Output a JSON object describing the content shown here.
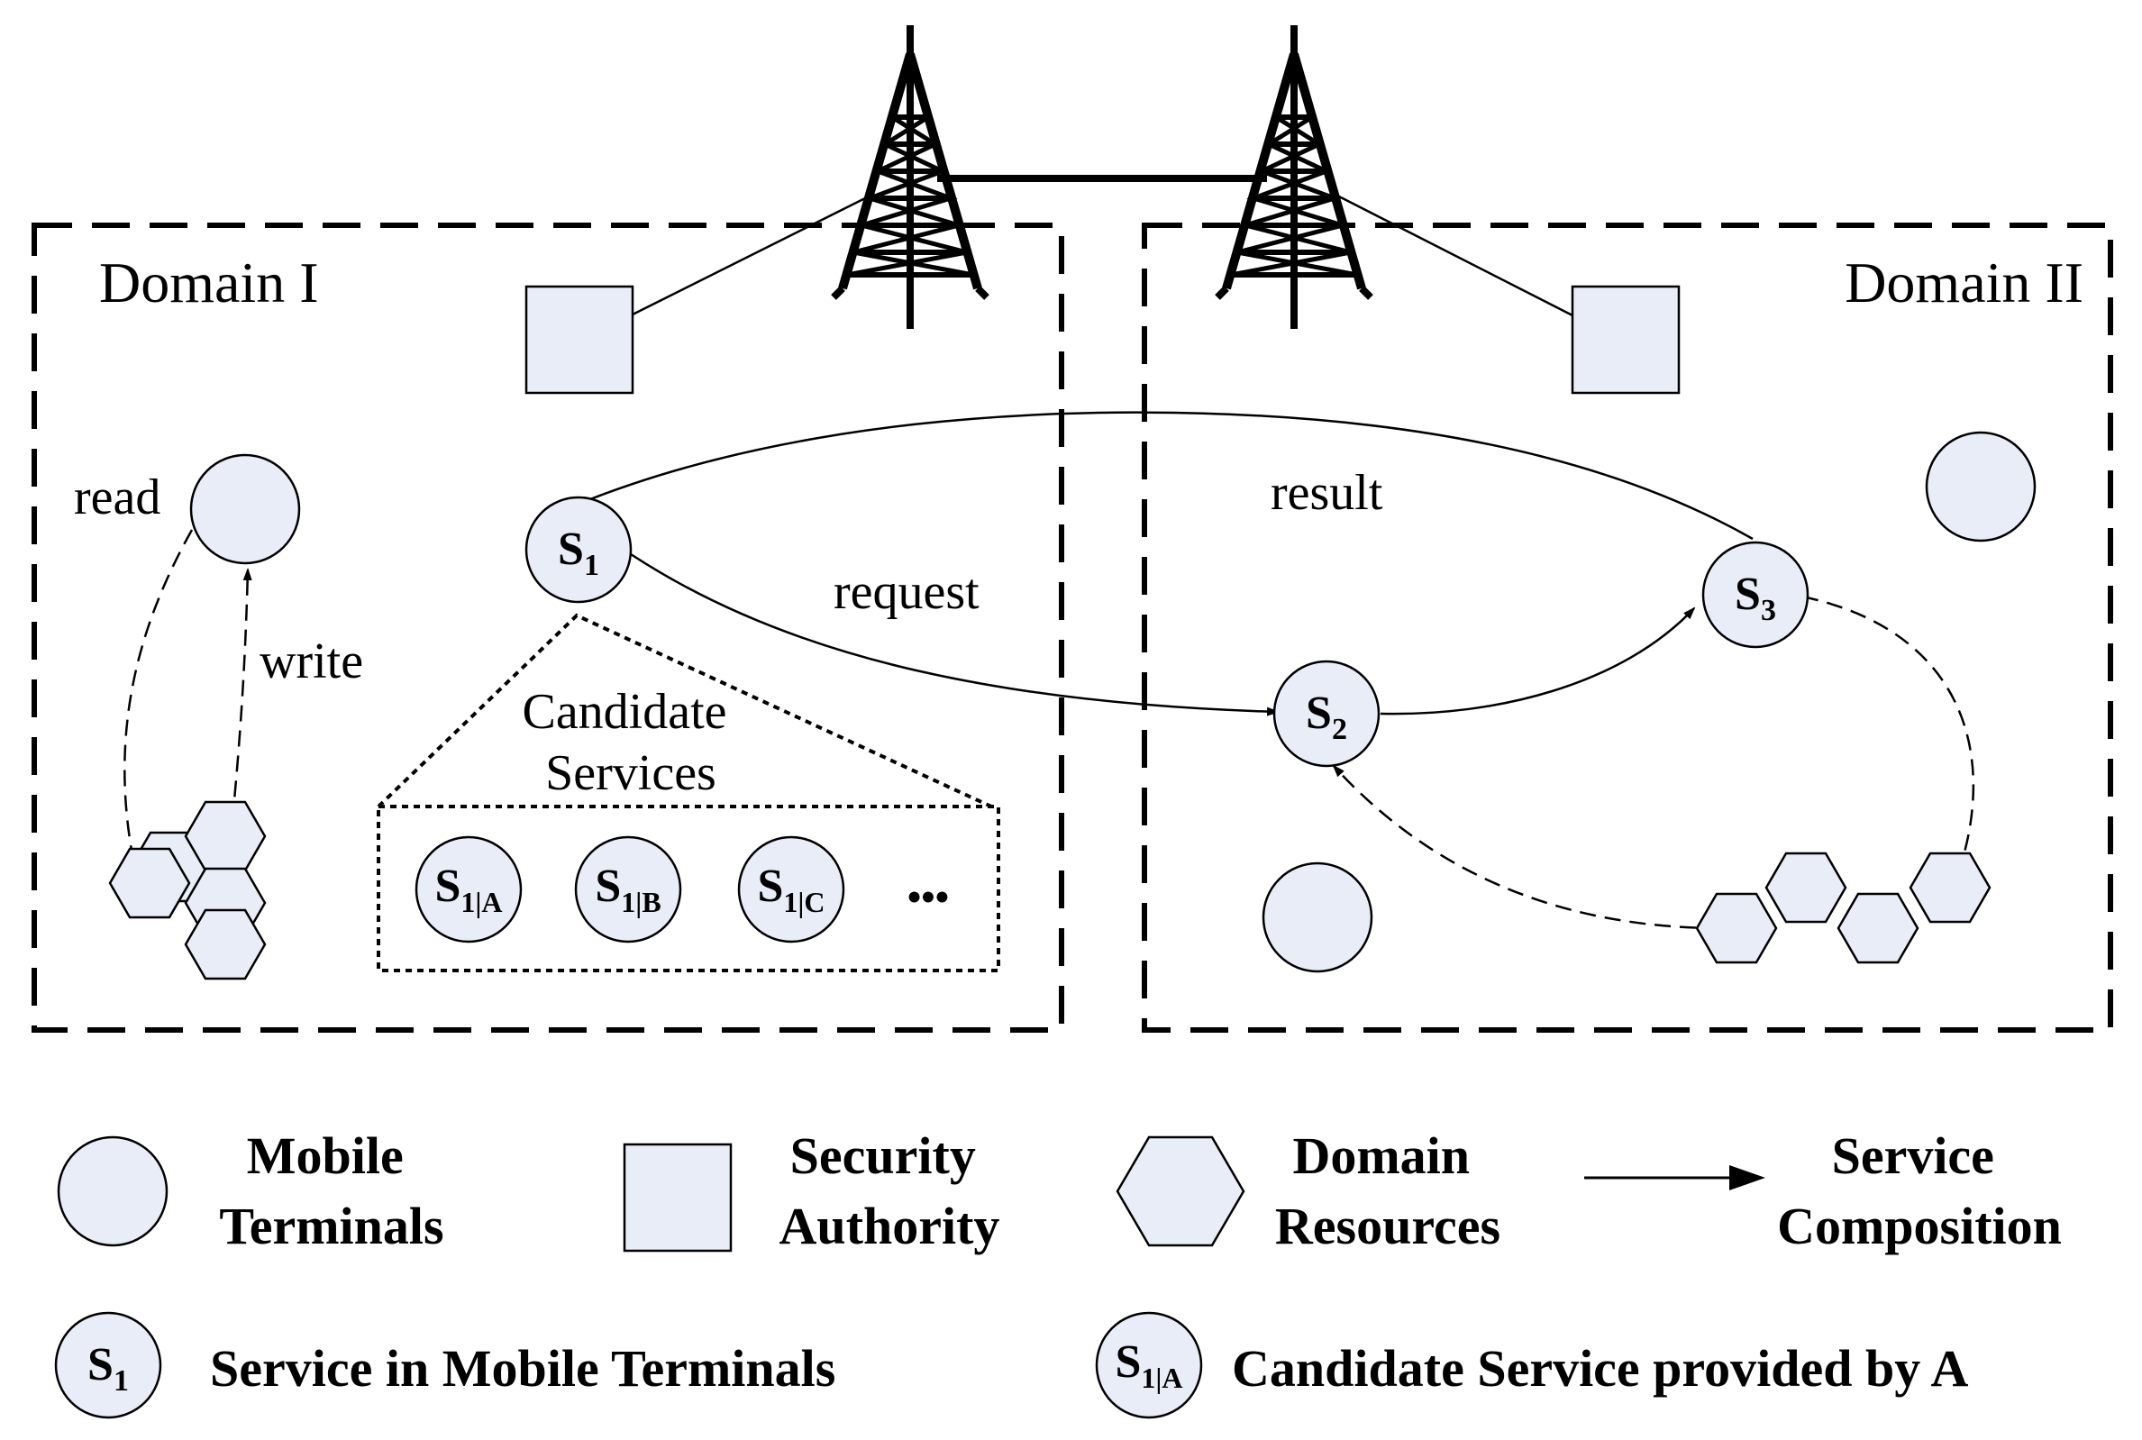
{
  "domains": [
    {
      "label": "Domain I"
    },
    {
      "label": "Domain II"
    }
  ],
  "edge_labels": {
    "read": "read",
    "write": "write",
    "request": "request",
    "result": "result"
  },
  "candidates": {
    "title_line1": "Candidate",
    "title_line2": "Services",
    "items": [
      {
        "base": "S",
        "sub": "1|A"
      },
      {
        "base": "S",
        "sub": "1|B"
      },
      {
        "base": "S",
        "sub": "1|C"
      }
    ],
    "ellipsis": "•••"
  },
  "services": [
    {
      "base": "S",
      "sub": "1"
    },
    {
      "base": "S",
      "sub": "2"
    },
    {
      "base": "S",
      "sub": "3"
    }
  ],
  "legend": {
    "mobile_line1": "Mobile",
    "mobile_line2": "Terminals",
    "security_line1": "Security",
    "security_line2": "Authority",
    "domain_line1": "Domain",
    "domain_line2": "Resources",
    "composition_line1": "Service",
    "composition_line2": "Composition",
    "service_sym": {
      "base": "S",
      "sub": "1"
    },
    "service_text": "Service in Mobile Terminals",
    "candidate_sym": {
      "base": "S",
      "sub": "1|A"
    },
    "candidate_text": "Candidate Service provided by A"
  },
  "colors": {
    "node_fill": "#e8edf7",
    "stroke": "#000000"
  }
}
